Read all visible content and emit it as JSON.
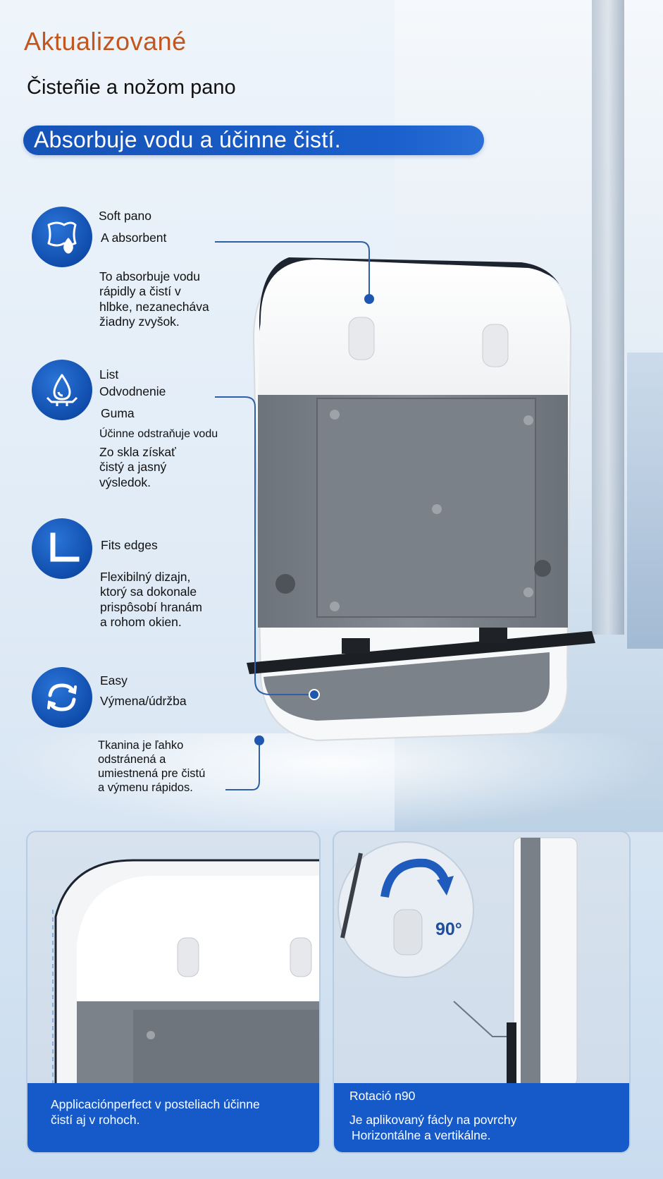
{
  "header": {
    "updated": "Aktualizované",
    "subtitle": "Čisteñie a nožom pano",
    "banner": "Absorbuje vodu a účinne čistí."
  },
  "features": [
    {
      "icon": "cloth-drop-icon",
      "lines": [
        "Soft pano",
        "A absorbent"
      ],
      "desc": [
        "To absorbuje vodu",
        "rápidly a čistí v",
        "hlbke, nezanecháva",
        "žiadny zvyšok."
      ]
    },
    {
      "icon": "water-drop-blade-icon",
      "lines": [
        "List",
        "Odvodnenie",
        "Guma"
      ],
      "desc_small": "Účinne odstraňuje vodu",
      "desc": [
        "Zo skla získať",
        "čistý a jasný",
        "výsledok."
      ]
    },
    {
      "icon": "corner-edge-icon",
      "lines": [
        "Fits edges"
      ],
      "desc": [
        "Flexibilný dizajn,",
        "ktorý sa dokonale",
        "prispôsobí hranám",
        "a rohom okien."
      ]
    },
    {
      "icon": "refresh-cycle-icon",
      "lines": [
        "Easy",
        "Výmena/údržba"
      ],
      "desc": [
        "Tkanina je ľahko",
        "odstránená a",
        "umiestnená pre čistú",
        "a výmenu rápidos."
      ]
    }
  ],
  "cards": {
    "left": {
      "caption": [
        "Applicaciónperfect v posteliach účinne",
        "čistí aj v rohoch."
      ]
    },
    "right": {
      "title": "Rotació n90",
      "rotation_label": "90°",
      "caption": [
        "Je aplikovaný fácly na povrchy",
        "Horizontálne a vertikálne."
      ]
    }
  },
  "colors": {
    "accent_blue": "#1659c9",
    "title_orange": "#c2561e"
  }
}
